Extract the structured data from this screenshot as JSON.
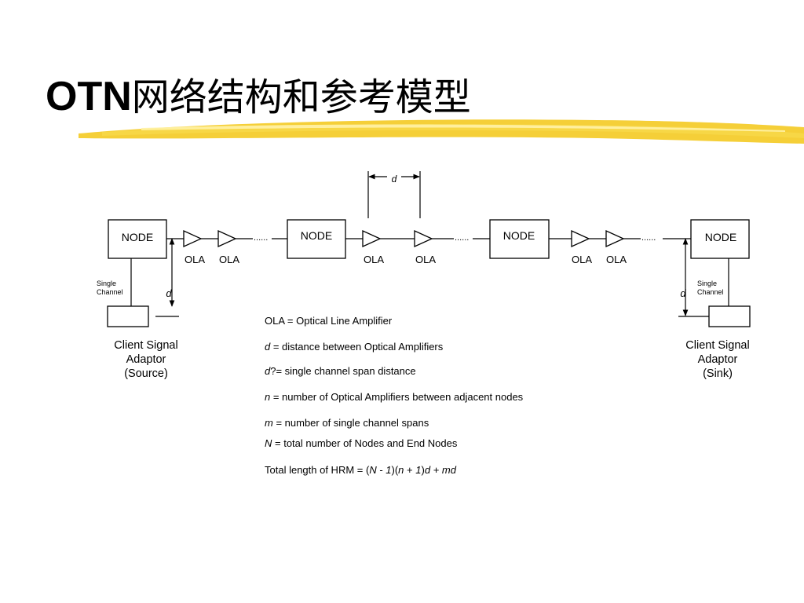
{
  "title": {
    "latin": "OTN",
    "cjk": "网络结构和参考模型"
  },
  "colors": {
    "highlight": "#f2c200",
    "ink": "#000000",
    "background": "#ffffff"
  },
  "diagram": {
    "nodes": [
      "NODE",
      "NODE",
      "NODE",
      "NODE"
    ],
    "ola_label": "OLA",
    "ellipsis": "......",
    "span_marker": "d",
    "single_channel": [
      "Single",
      "Channel"
    ],
    "client_source": [
      "Client Signal",
      "Adaptor",
      "(Source)"
    ],
    "client_sink": [
      "Client Signal",
      "Adaptor",
      "(Sink)"
    ]
  },
  "legend": [
    {
      "var": "",
      "text": "OLA = Optical Line Amplifier"
    },
    {
      "var": "d",
      "text": " = distance between Optical Amplifiers"
    },
    {
      "var": "d",
      "text": "?= single channel span distance"
    },
    {
      "var": "n",
      "text": " = number of Optical Amplifiers between adjacent nodes"
    },
    {
      "var": "m",
      "text": " = number of single channel spans"
    },
    {
      "var": "N",
      "text": " = total number of Nodes and End Nodes"
    }
  ],
  "formula": {
    "prefix": "Total length of HRM = (",
    "N": "N",
    "minus": " - ",
    "one_a": "1",
    "mid": ")(",
    "n": "n",
    "plus": " + ",
    "one_b": "1",
    "close": ")",
    "d": "d",
    "plus2": " + ",
    "md": "md"
  }
}
